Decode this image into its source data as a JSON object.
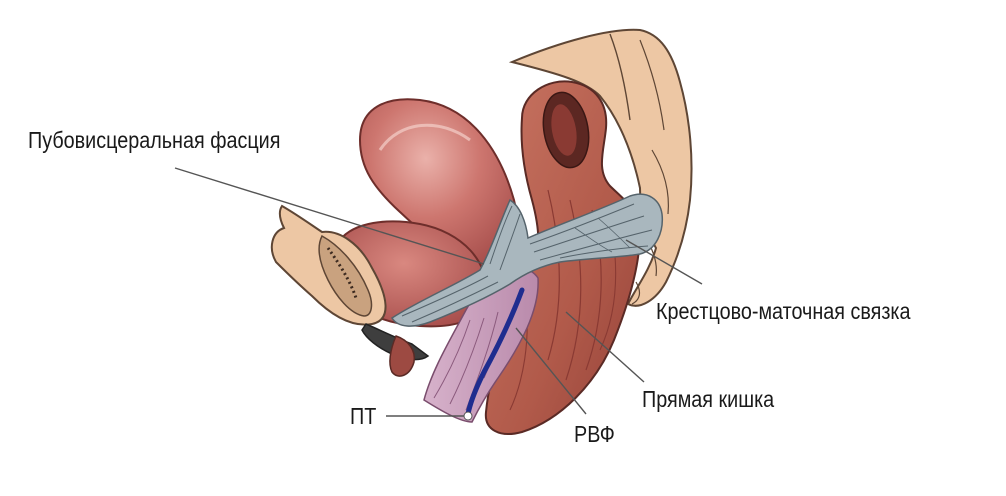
{
  "labels": {
    "pubovisceral_fascia": "Пубовисцеральная фасция",
    "sacrouterine_ligament": "Крестцово-маточная связка",
    "rectum": "Прямая кишка",
    "pt": "ПТ",
    "rvf": "РВФ"
  },
  "colors": {
    "bone": "#edc7a4",
    "bone_outline": "#5e4635",
    "uterus": "#c56a66",
    "uterus_light": "#e3a6a0",
    "bladder": "#b95a57",
    "rectum": "#b8604f",
    "rectum_dark": "#8a3a33",
    "fascia": "#a9b7be",
    "fascia_lines": "#55636b",
    "septum": "#caa0bd",
    "septum_blue": "#1f2d8f",
    "leader_line": "#555555"
  }
}
